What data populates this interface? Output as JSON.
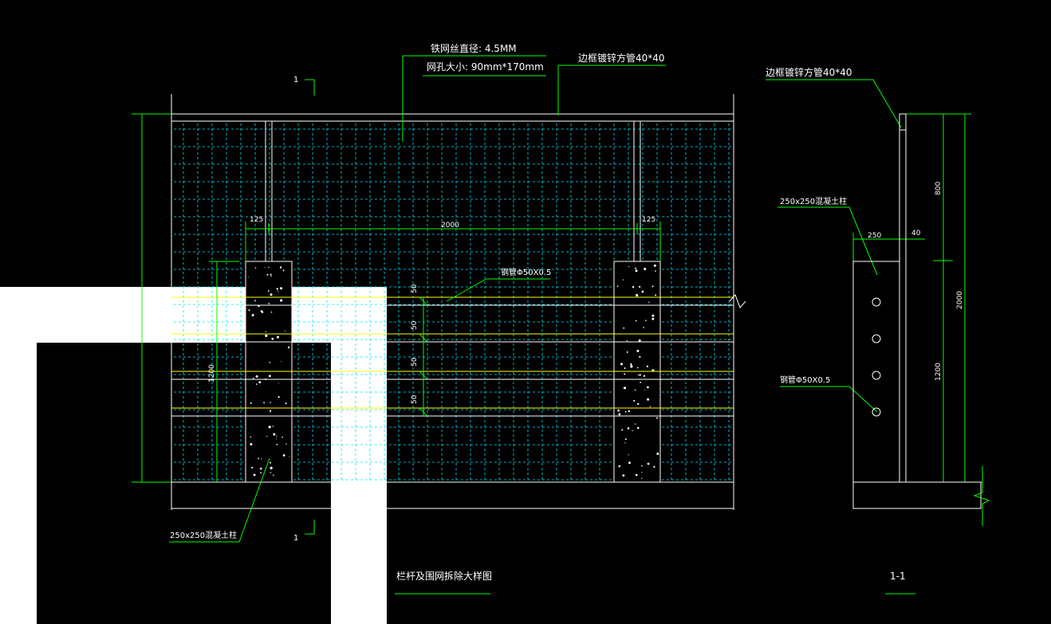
{
  "annotations": {
    "wire_diameter": "铁网丝直径: 4.5MM",
    "mesh_size": "网孔大小: 90mm*170mm",
    "frame_pipe_main": "边框镀锌方管40*40",
    "frame_pipe_side": "边框镀锌方管40*40",
    "steel_pipe_main": "钢管Φ50X0.5",
    "steel_pipe_side": "钢管Φ50X0.5",
    "concrete_col_main": "250x250混凝土柱",
    "concrete_col_side": "250x250混凝土柱",
    "section_mark_top": "1",
    "section_mark_bottom": "1"
  },
  "dimensions": {
    "left_125": "125",
    "right_125": "125",
    "span_2000": "2000",
    "height_1200_main": "1200",
    "gap_50_a": "50",
    "gap_50_b": "50",
    "gap_50_c": "50",
    "gap_50_d": "50",
    "side_800": "800",
    "side_1200": "1200",
    "side_2000": "2000",
    "side_250": "250",
    "side_40": "40"
  },
  "titles": {
    "main_title": "栏杆及围网拆除大样图",
    "section_title": "1-1"
  },
  "colors": {
    "background": "#000000",
    "line_white": "#ffffff",
    "line_green": "#00ff00",
    "grid_cyan": "#00e5ff",
    "rail_yellow": "#ffff00"
  }
}
